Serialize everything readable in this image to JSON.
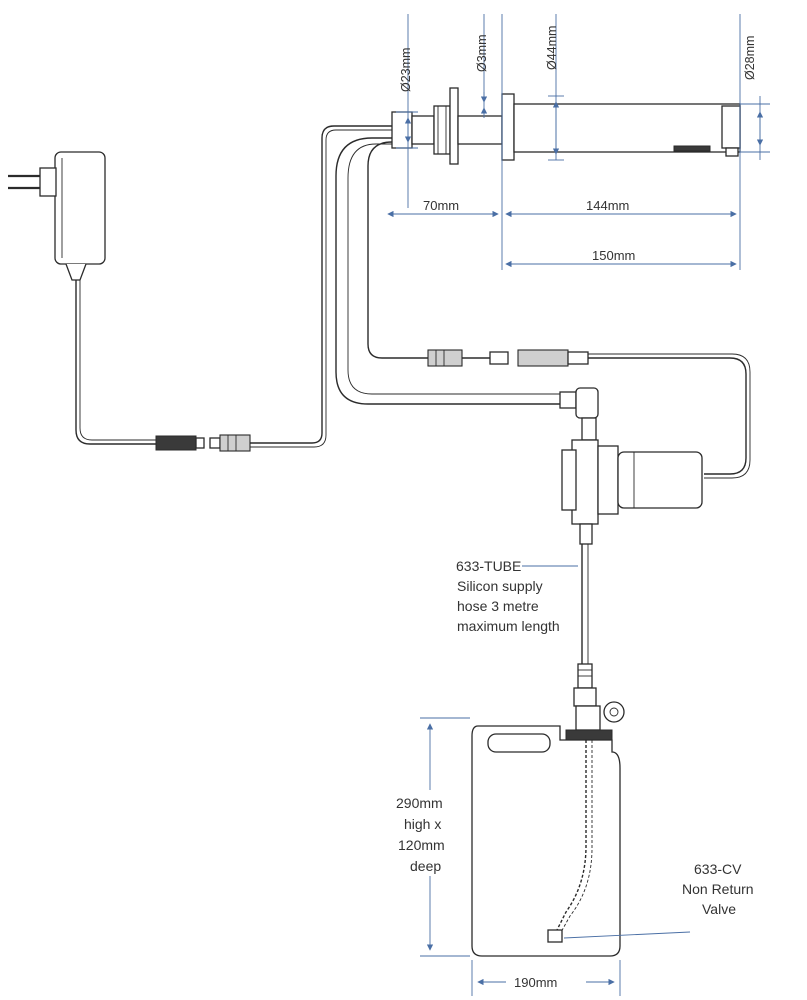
{
  "dimensions": {
    "d23": "Ø23mm",
    "d3": "Ø3mm",
    "d44": "Ø44mm",
    "d28": "Ø28mm",
    "len70": "70mm",
    "len144": "144mm",
    "len150": "150mm",
    "len190": "190mm"
  },
  "tube_note": {
    "line1": "633-TUBE",
    "line2": "Silicon supply",
    "line3": "hose 3 metre",
    "line4": "maximum length"
  },
  "tank_note": {
    "line1": "290mm",
    "line2": "high x",
    "line3": "120mm",
    "line4": "deep"
  },
  "valve_note": {
    "line1": "633-CV",
    "line2": "Non Return",
    "line3": "Valve"
  },
  "colors": {
    "line": "#2b2b2b",
    "dimension": "#4a6fa5",
    "text": "#333333"
  }
}
